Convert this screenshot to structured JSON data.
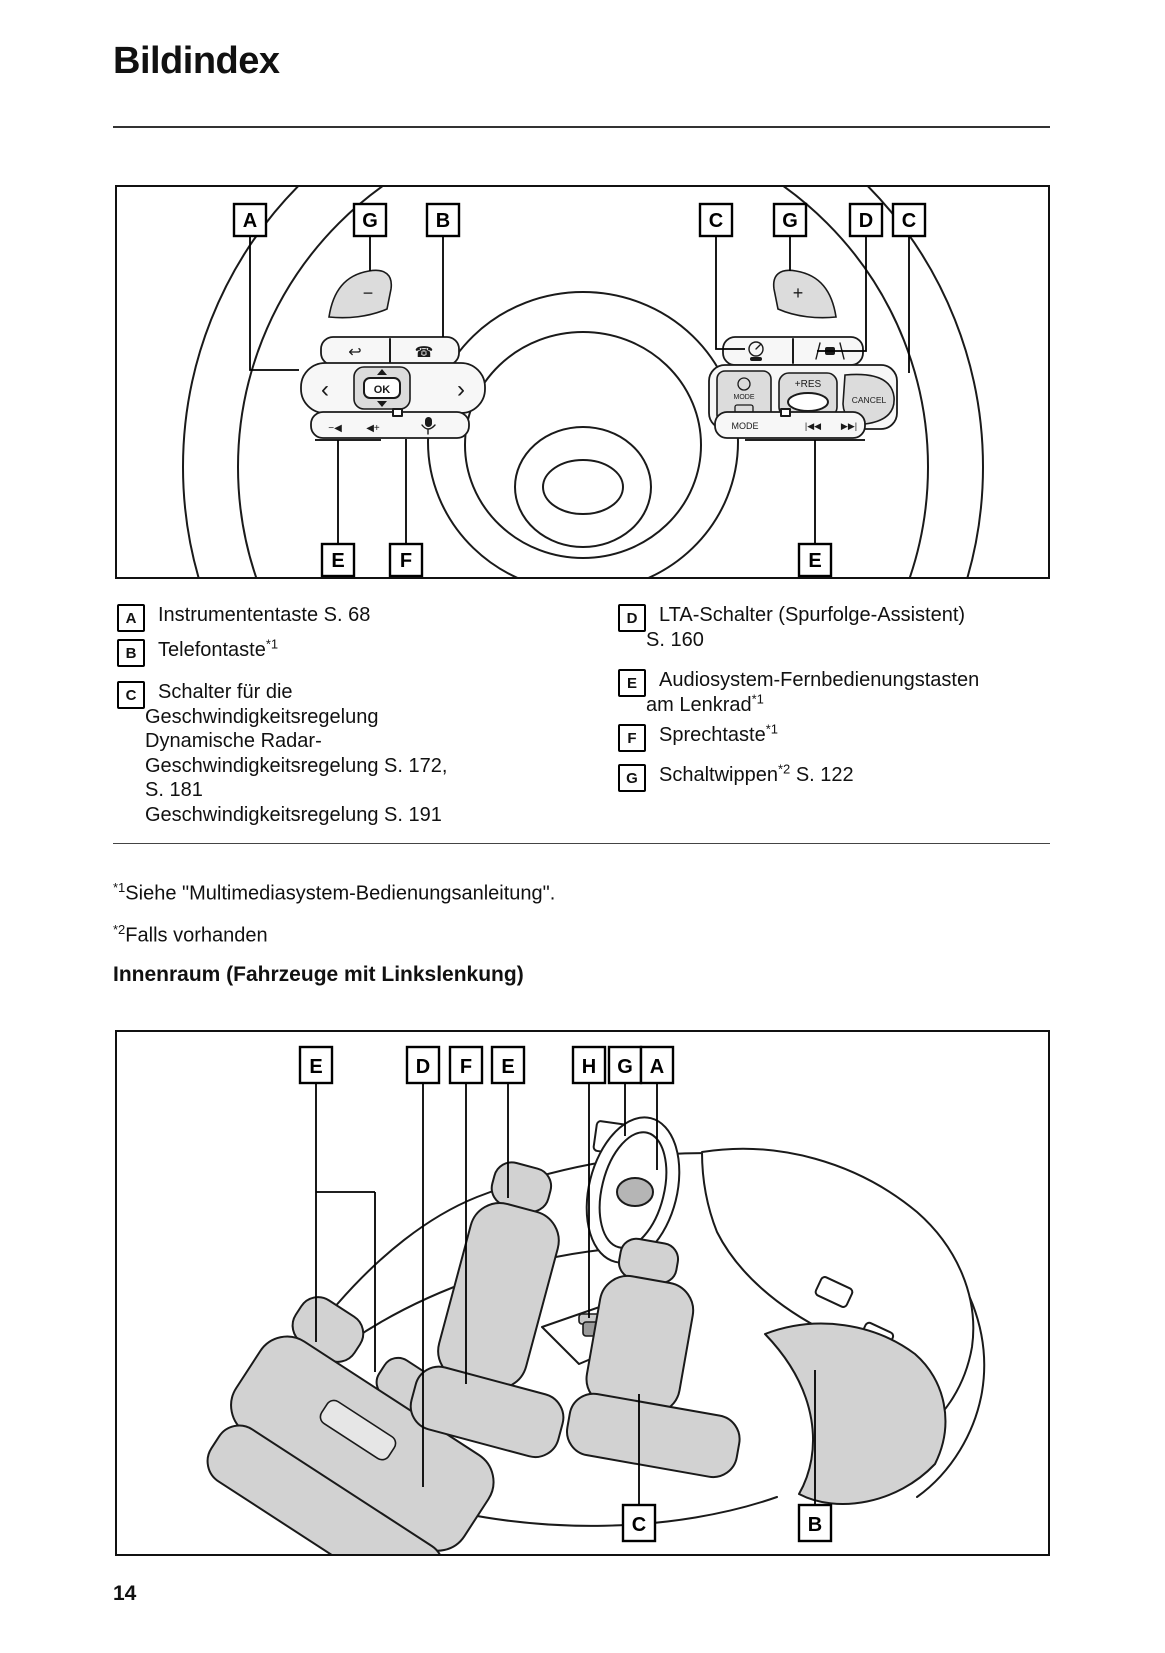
{
  "page": {
    "title": "Bildindex",
    "number": "14",
    "interior_heading": "Innenraum (Fahrzeuge mit Linkslenkung)"
  },
  "figure1": {
    "top_labels": [
      "A",
      "G",
      "B",
      "C",
      "G",
      "D",
      "C"
    ],
    "bottom_labels": [
      "E",
      "F",
      "E"
    ],
    "glyphs": {
      "minus_paddle": "−",
      "plus_paddle": "+",
      "back": "↩",
      "phone": "☎",
      "arrow_left": "‹",
      "arrow_right": "›",
      "ok": "OK",
      "vol_down": "−◀",
      "vol_up": "◀+",
      "mode_button": "MODE",
      "res": "+RES",
      "cancel": "CANCEL",
      "mode_row": "MODE",
      "prev": "|◀◀",
      "next": "▶▶|"
    }
  },
  "figure2": {
    "top_labels": [
      "E",
      "D",
      "F",
      "E",
      "H",
      "G",
      "A"
    ],
    "bottom_labels": [
      "C",
      "B"
    ]
  },
  "legend": {
    "a": {
      "key": "A",
      "text": "Instrumententaste S. 68"
    },
    "b": {
      "key": "B",
      "text": "Telefontaste",
      "sup": "*1"
    },
    "c": {
      "key": "C",
      "line1": "Schalter für die",
      "line2": "Geschwindigkeitsregelung",
      "line3": "Dynamische Radar-",
      "line4": "Geschwindigkeitsregelung S. 172,",
      "line5": "S. 181",
      "line6": "Geschwindigkeitsregelung S. 191"
    },
    "d": {
      "key": "D",
      "line1": "LTA-Schalter (Spurfolge-Assistent)",
      "line2": "S. 160"
    },
    "e": {
      "key": "E",
      "line1": "Audiosystem-Fernbedienungstasten",
      "line2": "am Lenkrad",
      "line2_sup": "*1"
    },
    "f": {
      "key": "F",
      "text": "Sprechtaste",
      "sup": "*1"
    },
    "g": {
      "key": "G",
      "text": "Schaltwippen",
      "sup": "*2",
      "tail": " S. 122"
    }
  },
  "footnotes": {
    "fn1_sup": "*1",
    "fn1_text": "Siehe \"Multimediasystem-Bedienungsanleitung\".",
    "fn2_sup": "*2",
    "fn2_text": "Falls vorhanden"
  }
}
